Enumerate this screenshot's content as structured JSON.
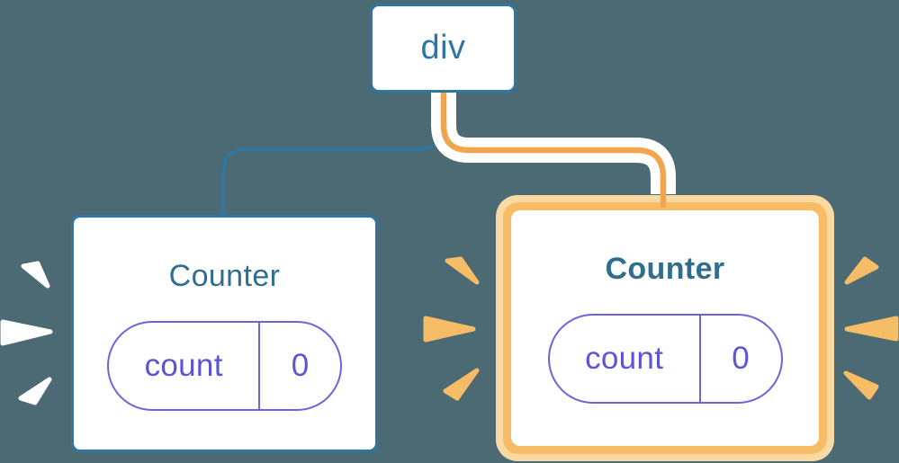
{
  "diagram": {
    "root": {
      "label": "div"
    },
    "children": [
      {
        "title": "Counter",
        "state_name": "count",
        "state_value": "0",
        "highlighted": false,
        "burst_color": "#FFFFFF"
      },
      {
        "title": "Counter",
        "state_name": "count",
        "state_value": "0",
        "highlighted": true,
        "burst_color": "#F6BD66"
      }
    ]
  },
  "colors": {
    "background": "#4B6A73",
    "node_border_blue": "#2E76A6",
    "edge_blue": "#2E76A6",
    "title_teal": "#2F6E8C",
    "state_border_purple": "#6A66D9",
    "state_text_purple": "#5B54D6",
    "highlight_orange": "#F6BD66",
    "highlight_halo_orange": "#FAD9A2",
    "edge_orange_core": "#F1A54E",
    "edge_casing_white": "#FFFFFF",
    "card_background": "#FFFFFF"
  }
}
